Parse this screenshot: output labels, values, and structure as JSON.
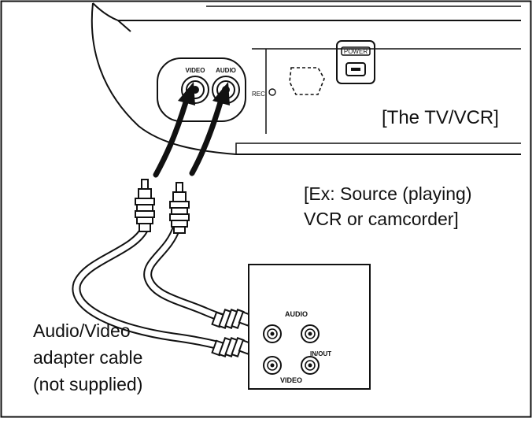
{
  "labels": {
    "tv_vcr": "[The TV/VCR]",
    "source_line1": "[Ex: Source (playing)",
    "source_line2": "VCR or camcorder]",
    "cable_line1": "Audio/Video",
    "cable_line2": "adapter cable",
    "cable_line3": "(not supplied)"
  },
  "tv_panel": {
    "video_jack": "VIDEO",
    "audio_jack": "AUDIO",
    "rec_indicator": "REC",
    "power_button": "POWER"
  },
  "source_panel": {
    "audio_label": "AUDIO",
    "video_label": "VIDEO",
    "inout_label": "IN/OUT"
  },
  "colors": {
    "line": "#111111",
    "background": "#ffffff"
  }
}
